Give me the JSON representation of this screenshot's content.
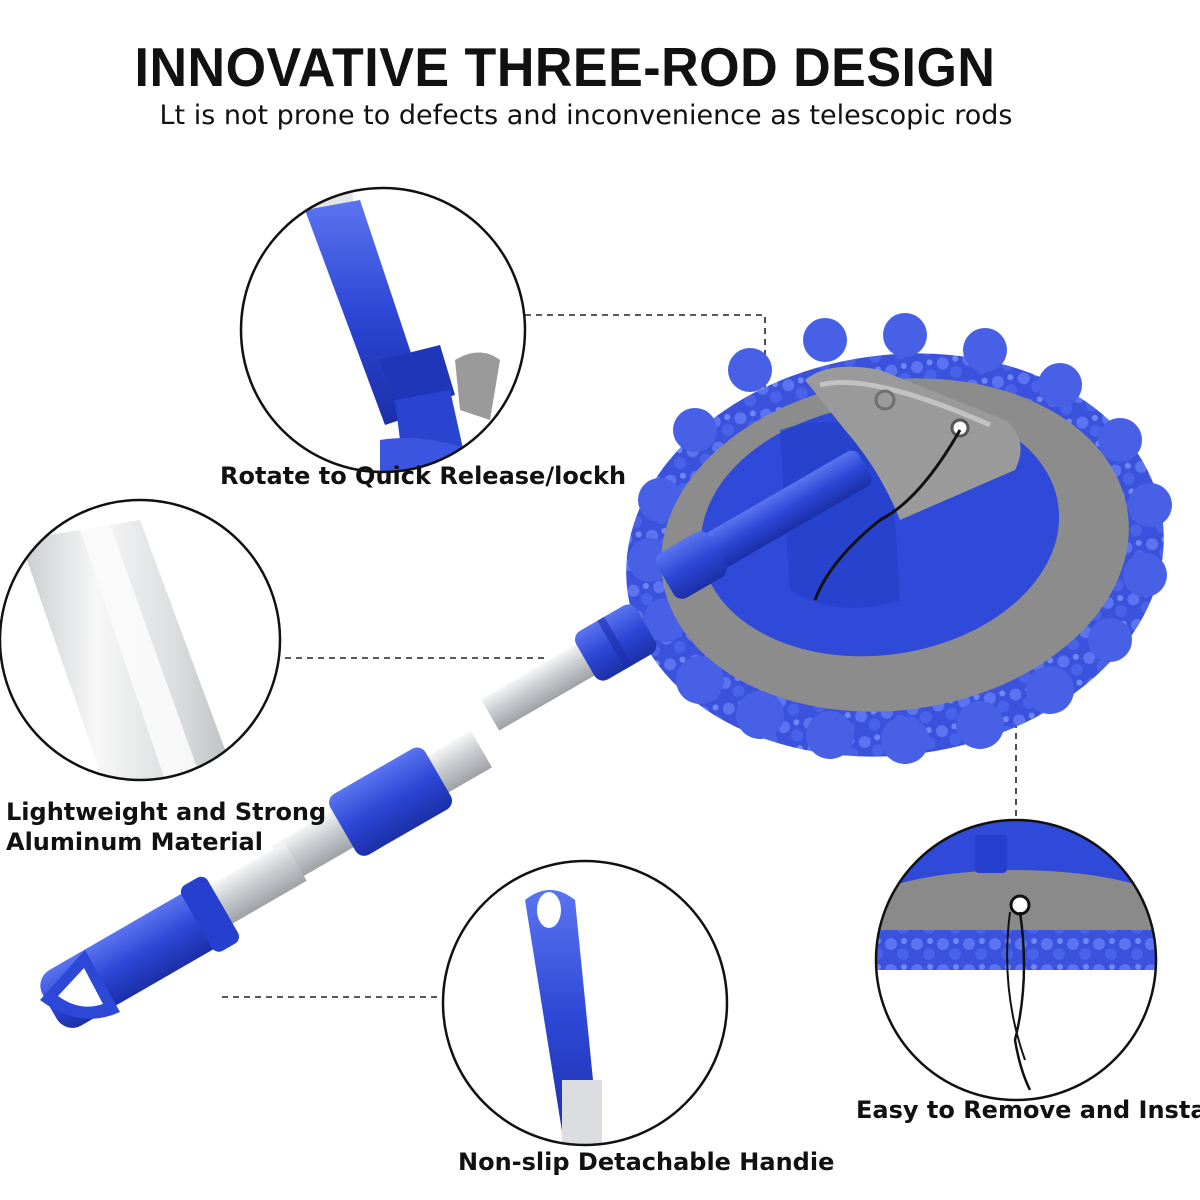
{
  "header": {
    "title": "INNOVATIVE THREE-ROD DESIGN",
    "subtitle": "Lt is not prone to defects and inconvenience as telescopic rods"
  },
  "features": [
    {
      "label": "Rotate to Quick Release/lockh",
      "icon": "quick-release-closeup"
    },
    {
      "label_line1": "Lightweight and Strong",
      "label_line2": "Aluminum Material",
      "icon": "aluminum-rod-closeup"
    },
    {
      "label": "Non-slip Detachable Handie",
      "icon": "handle-closeup"
    },
    {
      "label": "Easy to Remove and Install",
      "icon": "mop-head-closeup"
    }
  ],
  "colors": {
    "accent_blue": "#2d47d6",
    "chenille_blue": "#3b55e0",
    "microfiber_gray": "#8a8a8a",
    "bracket_gray": "#9a9a9a",
    "aluminum": "#d8dadc"
  }
}
